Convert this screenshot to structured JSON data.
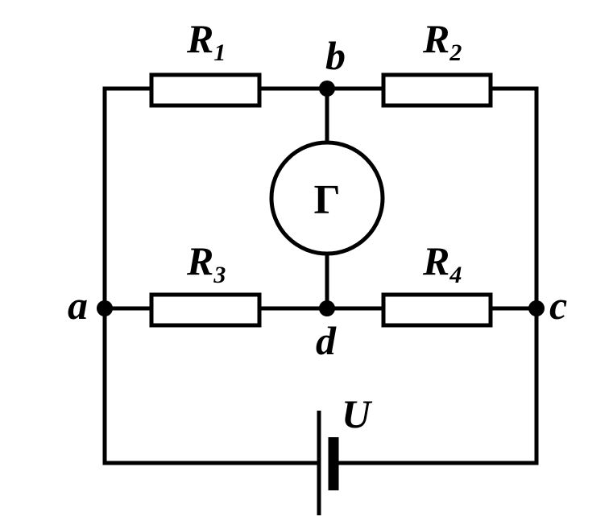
{
  "resistors": [
    {
      "letter": "R",
      "index": "1"
    },
    {
      "letter": "R",
      "index": "2"
    },
    {
      "letter": "R",
      "index": "3"
    },
    {
      "letter": "R",
      "index": "4"
    }
  ],
  "nodes": {
    "a": "a",
    "b": "b",
    "c": "c",
    "d": "d"
  },
  "galvanometer": {
    "symbol": "Г"
  },
  "source": {
    "label": "U"
  },
  "colors": {
    "ink": "#000000",
    "background": "#ffffff"
  }
}
